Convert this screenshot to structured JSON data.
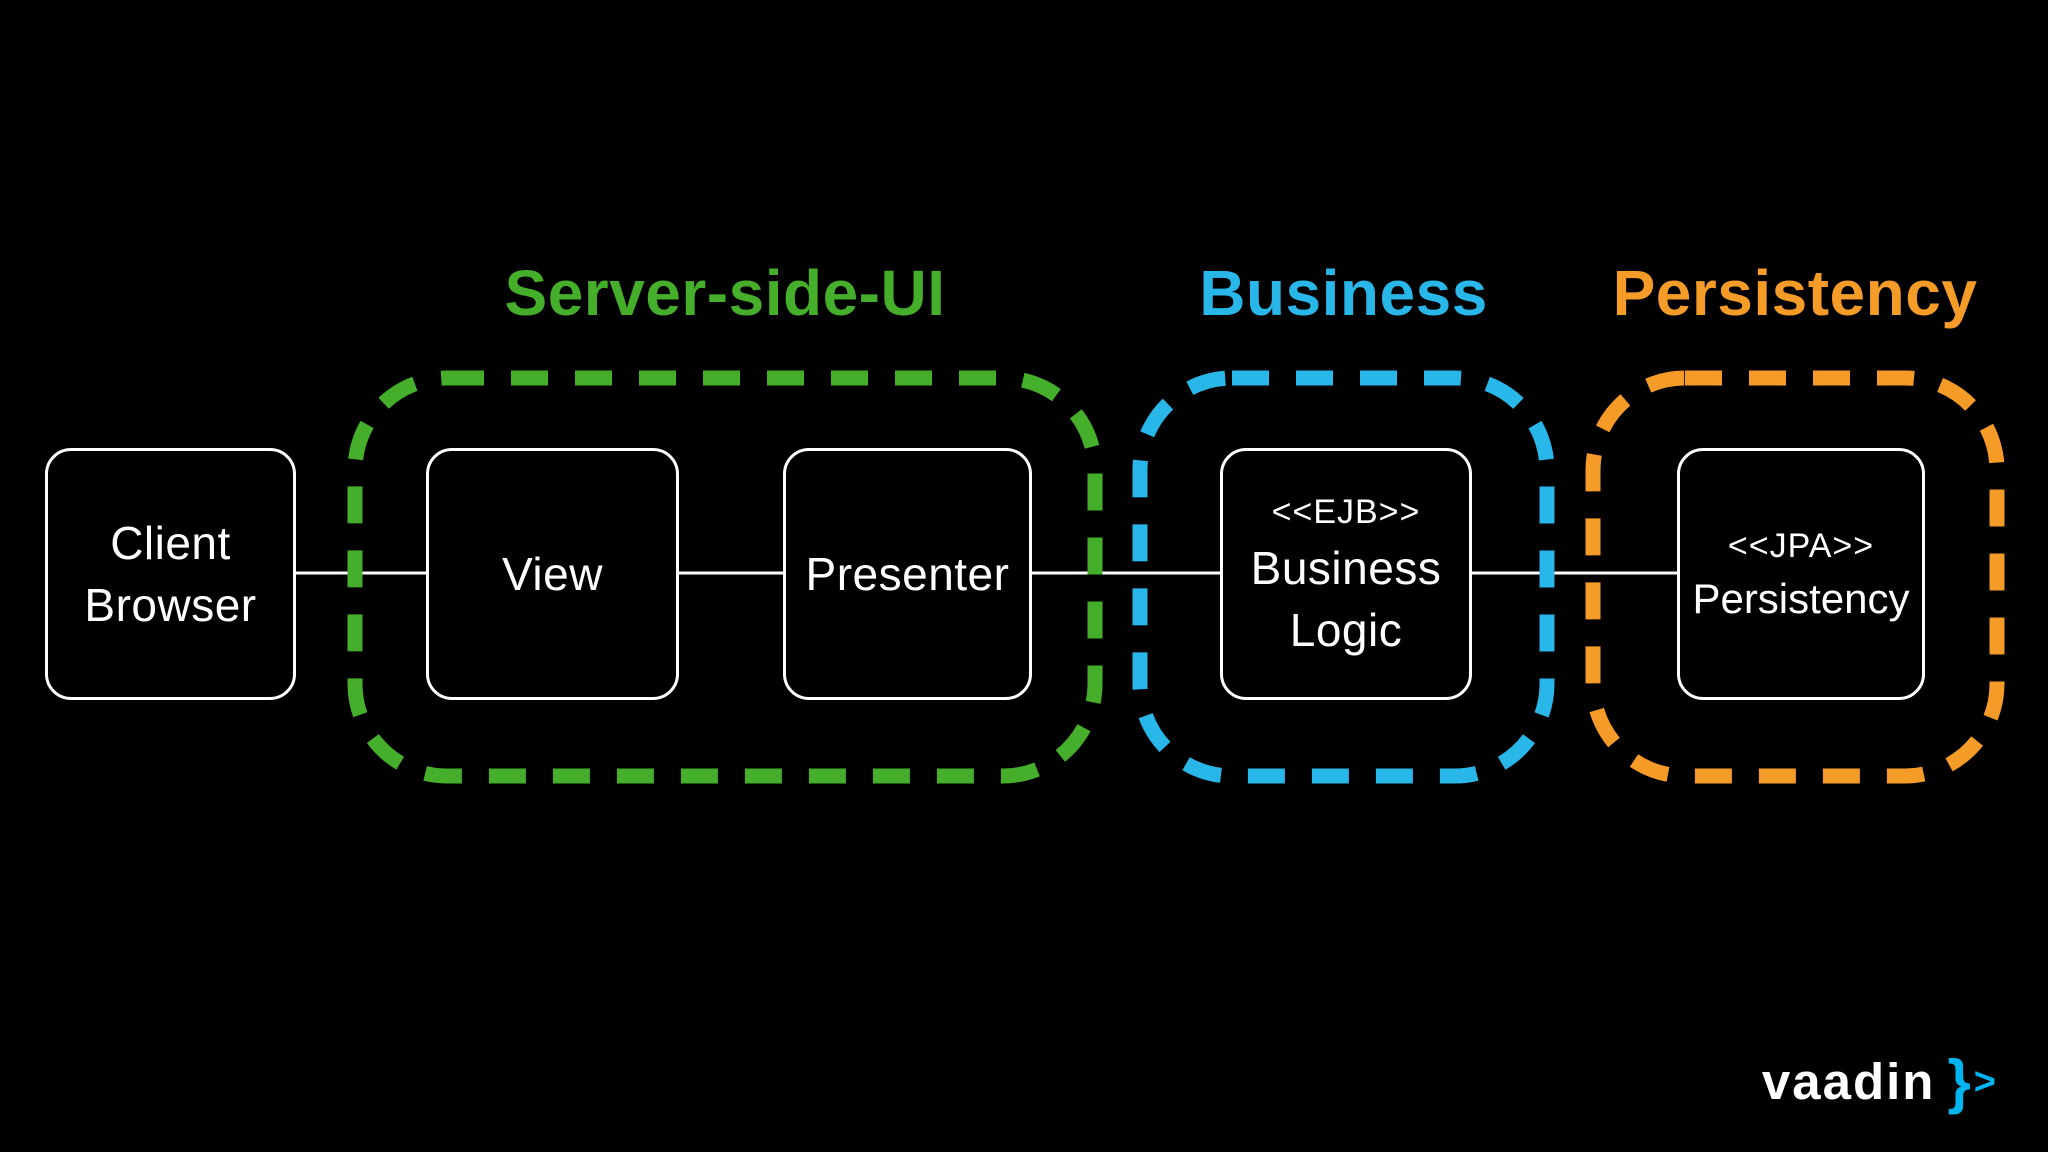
{
  "canvas": {
    "background": "#000000"
  },
  "colors": {
    "server_ui": "#45ae2b",
    "business": "#29b6e8",
    "persistency": "#f59b28",
    "box_border": "#ffffff",
    "box_text": "#ffffff",
    "connector": "#ffffff",
    "logo_blue": "#00b4f0",
    "logo_text": "#ffffff"
  },
  "sections": {
    "server_ui": {
      "title": "Server-side-UI"
    },
    "business": {
      "title": "Business"
    },
    "persistency": {
      "title": "Persistency"
    }
  },
  "boxes": {
    "client_browser": {
      "line1": "Client",
      "line2": "Browser"
    },
    "view": {
      "label": "View"
    },
    "presenter": {
      "label": "Presenter"
    },
    "business_logic": {
      "stereotype": "<<EJB>>",
      "line1": "Business",
      "line2": "Logic"
    },
    "jpa_persistency": {
      "stereotype": "<<JPA>>",
      "label": "Persistency"
    }
  },
  "logo": {
    "wordmark": "vaadin",
    "brace": "}",
    "chevron": ">"
  }
}
